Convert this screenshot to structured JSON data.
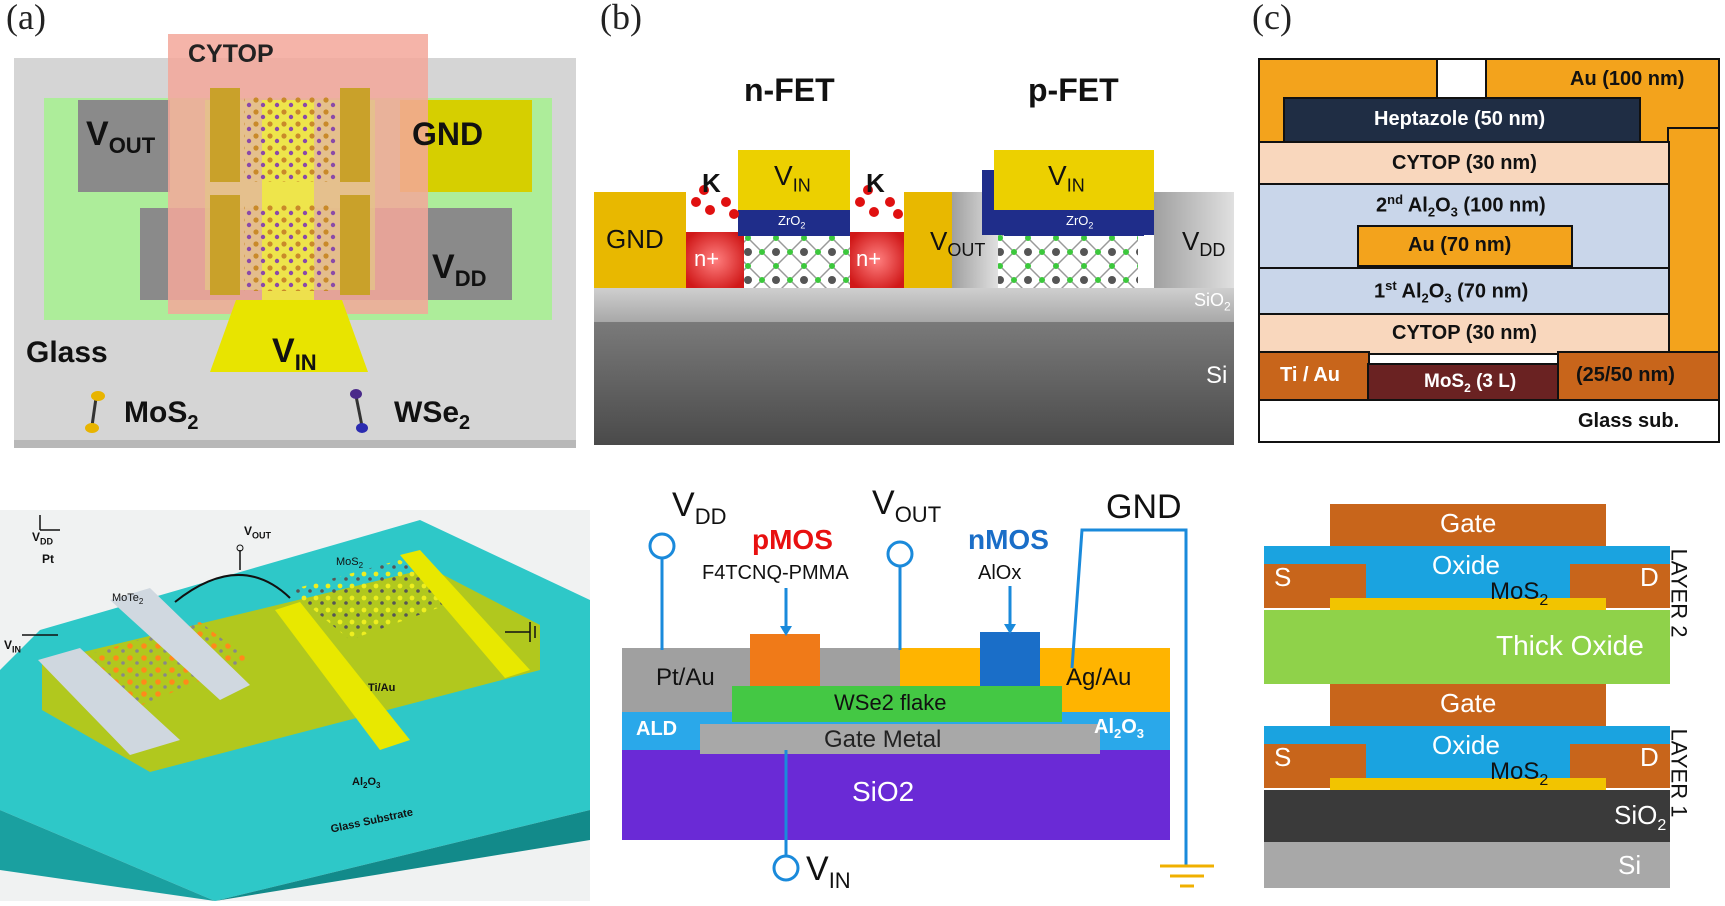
{
  "panel_labels": [
    "(a)",
    "(b)",
    "(c)"
  ],
  "colors": {
    "gold": "#d9b400",
    "yellow": "#e6e600",
    "cytop": "#f3a79a",
    "green": "#9ff08a",
    "gray": "#8c8c8c",
    "navy": "#1f2d55",
    "light_blue": "#c9d6ea",
    "peach": "#f9d7bd",
    "au_orange": "#f3a31c",
    "copper": "#c8651b",
    "maroon": "#6a2222",
    "oxide_blue": "#1aa3e0",
    "thick_green": "#8fd24a",
    "sio2_purple": "#6a2ad6",
    "teal": "#1cb8b8"
  },
  "a_top": {
    "cytop": "CYTOP",
    "vout": "V",
    "vout_sub": "OUT",
    "gnd": "GND",
    "vdd": "V",
    "vdd_sub": "DD",
    "glass": "Glass",
    "vin": "V",
    "vin_sub": "IN",
    "mos2": "MoS",
    "mos2_sub": "2",
    "wse2": "WSe",
    "wse2_sub": "2"
  },
  "a_bottom": {
    "vdd": "V",
    "vdd_sub": "DD",
    "vout": "V",
    "vout_sub": "OUT",
    "pt": "Pt",
    "mote2": "MoTe",
    "mote2_sub": "2",
    "mos2": "MoS",
    "mos2_sub": "2",
    "vin": "V",
    "vin_sub": "IN",
    "tiau": "Ti/Au",
    "al2o3": "Al",
    "al2o3_a": "2",
    "al2o3_b": "O",
    "al2o3_c": "3",
    "glass_sub": "Glass Substrate"
  },
  "b_top": {
    "nfet": "n-FET",
    "pfet": "p-FET",
    "k1": "K",
    "k2": "K",
    "gnd": "GND",
    "vin1": "V",
    "vin1_sub": "IN",
    "vin2": "V",
    "vin2_sub": "IN",
    "zro2_1": "ZrO",
    "zro2_1_sub": "2",
    "zro2_2": "ZrO",
    "zro2_2_sub": "2",
    "nplus1": "n+",
    "nplus2": "n+",
    "vout": "V",
    "vout_sub": "OUT",
    "vdd": "V",
    "vdd_sub": "DD",
    "sio2": "SiO",
    "sio2_sub": "2",
    "si": "Si"
  },
  "b_bottom": {
    "vdd": "V",
    "vdd_sub": "DD",
    "pmos": "pMOS",
    "vout": "V",
    "vout_sub": "OUT",
    "nmos": "nMOS",
    "gnd": "GND",
    "f4tcnq": "F4TCNQ-PMMA",
    "alox": "AlOx",
    "ptau": "Pt/Au",
    "agau": "Ag/Au",
    "wse2flake": "WSe2 flake",
    "ald": "ALD",
    "al2o3": "Al",
    "al2o3_a": "2",
    "al2o3_b": "O",
    "al2o3_c": "3",
    "gate_metal": "Gate Metal",
    "sio2": "SiO2",
    "vin": "V",
    "vin_sub": "IN"
  },
  "c_top": {
    "au100": "Au (100 nm)",
    "heptazole": "Heptazole  (50 nm)",
    "cytop1": "CYTOP (30 nm)",
    "al2o3_2nd_a": "2",
    "al2o3_2nd_sup": "nd",
    "al2o3_2nd_b": " Al",
    "al2o3_2nd_c": "2",
    "al2o3_2nd_d": "O",
    "al2o3_2nd_e": "3",
    "al2o3_2nd_f": "  (100 nm)",
    "au70": "Au (70 nm)",
    "al2o3_1st_a": "1",
    "al2o3_1st_sup": "st",
    "al2o3_1st_b": " Al",
    "al2o3_1st_c": "2",
    "al2o3_1st_d": "O",
    "al2o3_1st_e": "3",
    "al2o3_1st_f": "  (70 nm)",
    "cytop2": "CYTOP (30 nm)",
    "tiau": "Ti / Au",
    "mos2": "MoS",
    "mos2_sub": "2",
    "mos2_rest": " (3 L)",
    "thickness": "(25/50 nm)",
    "glass": "Glass sub."
  },
  "c_bottom": {
    "gate1": "Gate",
    "s1": "S",
    "oxide1": "Oxide",
    "d1": "D",
    "mos2_1": "MoS",
    "mos2_1_sub": "2",
    "thick_oxide": "Thick Oxide",
    "gate2": "Gate",
    "s2": "S",
    "oxide2": "Oxide",
    "d2": "D",
    "mos2_2": "MoS",
    "mos2_2_sub": "2",
    "sio2": "SiO",
    "sio2_sub": "2",
    "si": "Si",
    "layer2": "LAYER 2",
    "layer1": "LAYER 1"
  }
}
